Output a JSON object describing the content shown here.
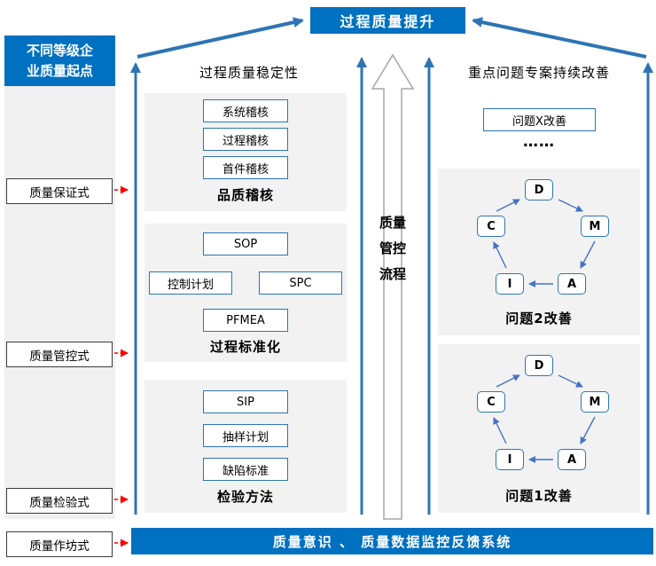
{
  "colors": {
    "primary_blue": "#0070C0",
    "line_blue": "#2E74B5",
    "cycle_arrow_blue": "#4472C4",
    "arrow_red": "#FF0000",
    "panel_gray": "#F2F2F2"
  },
  "top": {
    "title": "过程质量提升"
  },
  "left_panel": {
    "header": "不同等级企业质量起点",
    "levels": [
      {
        "label": "质量保证式"
      },
      {
        "label": "质量管控式"
      },
      {
        "label": "质量检验式"
      },
      {
        "label": "质量作坊式"
      }
    ]
  },
  "middle_column": {
    "title": "过程质量稳定性",
    "groups": [
      {
        "label": "品质稽核",
        "items": [
          "系统稽核",
          "过程稽核",
          "首件稽核"
        ]
      },
      {
        "label": "过程标准化",
        "items": [
          "SOP",
          "控制计划",
          "SPC",
          "PFMEA"
        ]
      },
      {
        "label": "检验方法",
        "items": [
          "SIP",
          "抽样计划",
          "缺陷标准"
        ]
      }
    ]
  },
  "center_arrow": {
    "label": "质量管控流程"
  },
  "right_column": {
    "title": "重点问题专案持续改善",
    "top_box": "问题X改善",
    "ellipsis": "……",
    "cycles": [
      {
        "label": "问题2改善",
        "nodes": {
          "d": "D",
          "m": "M",
          "a": "A",
          "i": "I",
          "c": "C"
        }
      },
      {
        "label": "问题1改善",
        "nodes": {
          "d": "D",
          "m": "M",
          "a": "A",
          "i": "I",
          "c": "C"
        }
      }
    ]
  },
  "bottom_bar": {
    "label": "质量意识 、 质量数据监控反馈系统"
  }
}
